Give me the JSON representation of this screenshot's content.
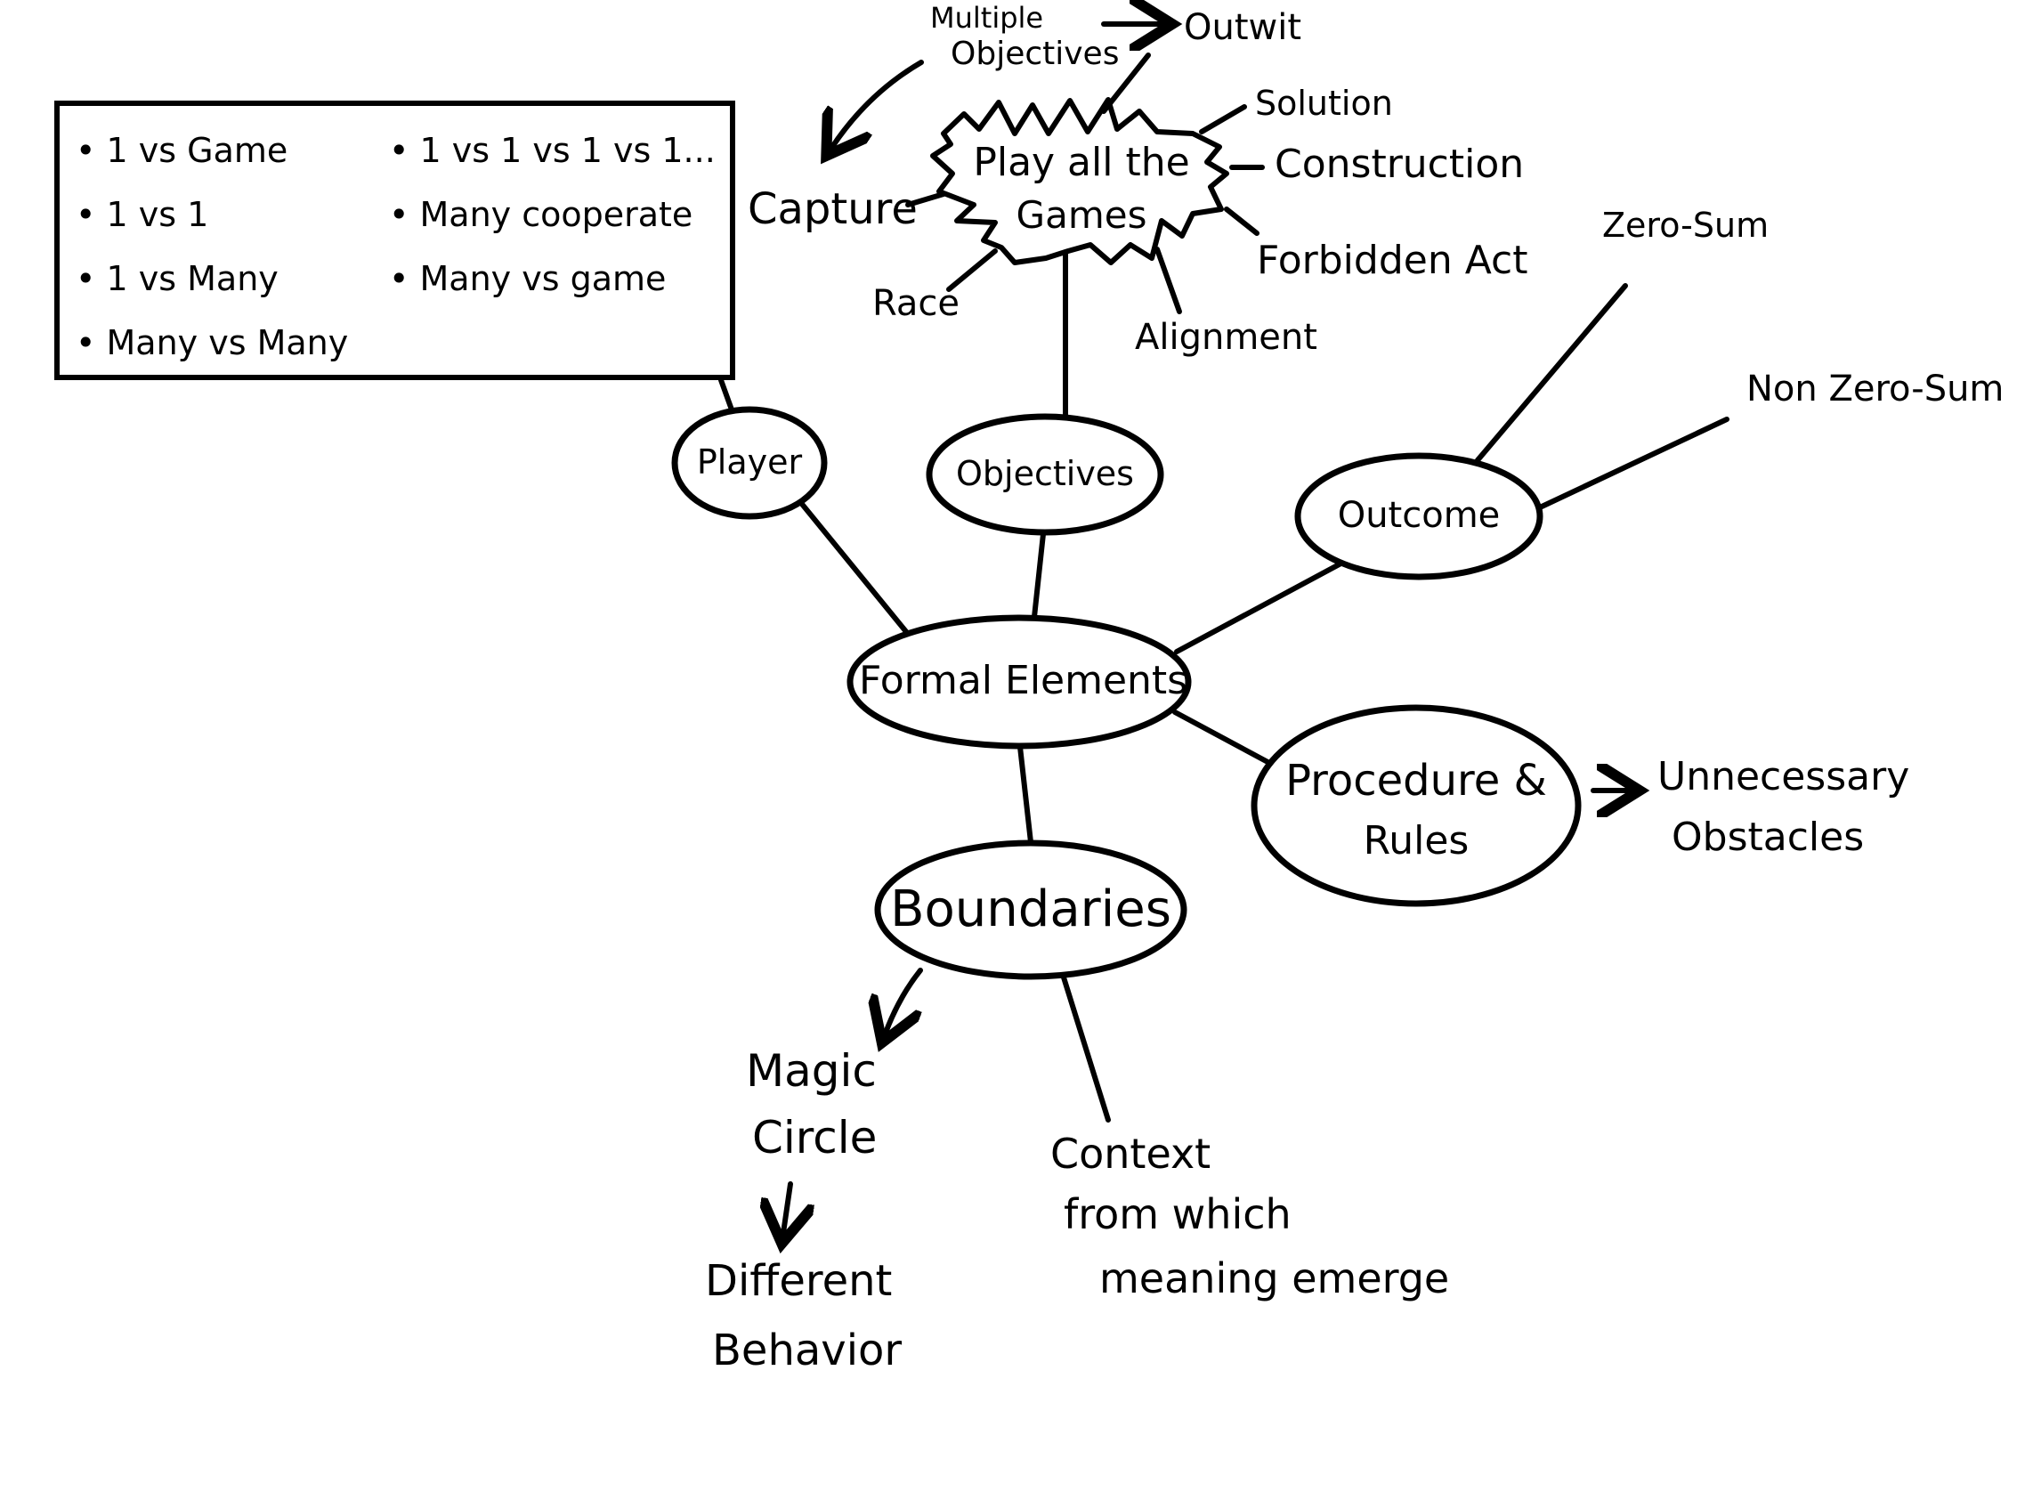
{
  "diagram": {
    "title": "Formal Elements",
    "center_node": "Formal Elements",
    "player_types_box": {
      "column_1": [
        "1 vs Game",
        "1 vs 1",
        "1 vs Many",
        "Many vs Many"
      ],
      "column_2": [
        "1 vs 1 vs 1 vs 1...",
        "Many cooperate",
        "Many vs game"
      ]
    },
    "nodes": {
      "player": "Player",
      "objectives": "Objectives",
      "outcome": "Outcome",
      "procedure_rules": [
        "Procedure &",
        "Rules"
      ],
      "boundaries": "Boundaries"
    },
    "objectives_starburst": {
      "label": [
        "Play all the",
        "Games"
      ],
      "branches": [
        "Capture",
        "Race",
        "Alignment",
        "Forbidden Act",
        "Construction",
        "Solution",
        "Outwit"
      ],
      "multiple_objectives": [
        "Multiple",
        "Objectives"
      ]
    },
    "outcome_branches": [
      "Zero-Sum",
      "Non Zero-Sum"
    ],
    "procedure_branch": [
      "Unnecessary",
      "Obstacles"
    ],
    "boundaries_branches": {
      "magic_circle": [
        "Magic",
        "Circle"
      ],
      "different_behavior": [
        "Different",
        "Behavior"
      ],
      "context": [
        "Context",
        "from which",
        "meaning emerge"
      ]
    }
  }
}
